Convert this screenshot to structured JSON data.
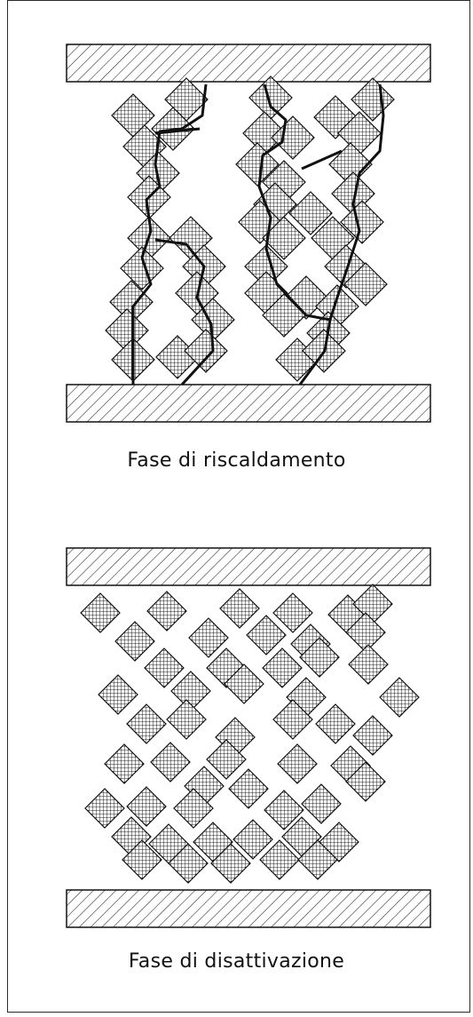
{
  "panels": [
    {
      "id": "heating",
      "caption": "Fase di riscaldamento",
      "state": "connected"
    },
    {
      "id": "deactivation",
      "caption": "Fase di disattivazione",
      "state": "dispersed"
    }
  ],
  "colors": {
    "line": "#1a1a1a",
    "background": "#ffffff"
  }
}
